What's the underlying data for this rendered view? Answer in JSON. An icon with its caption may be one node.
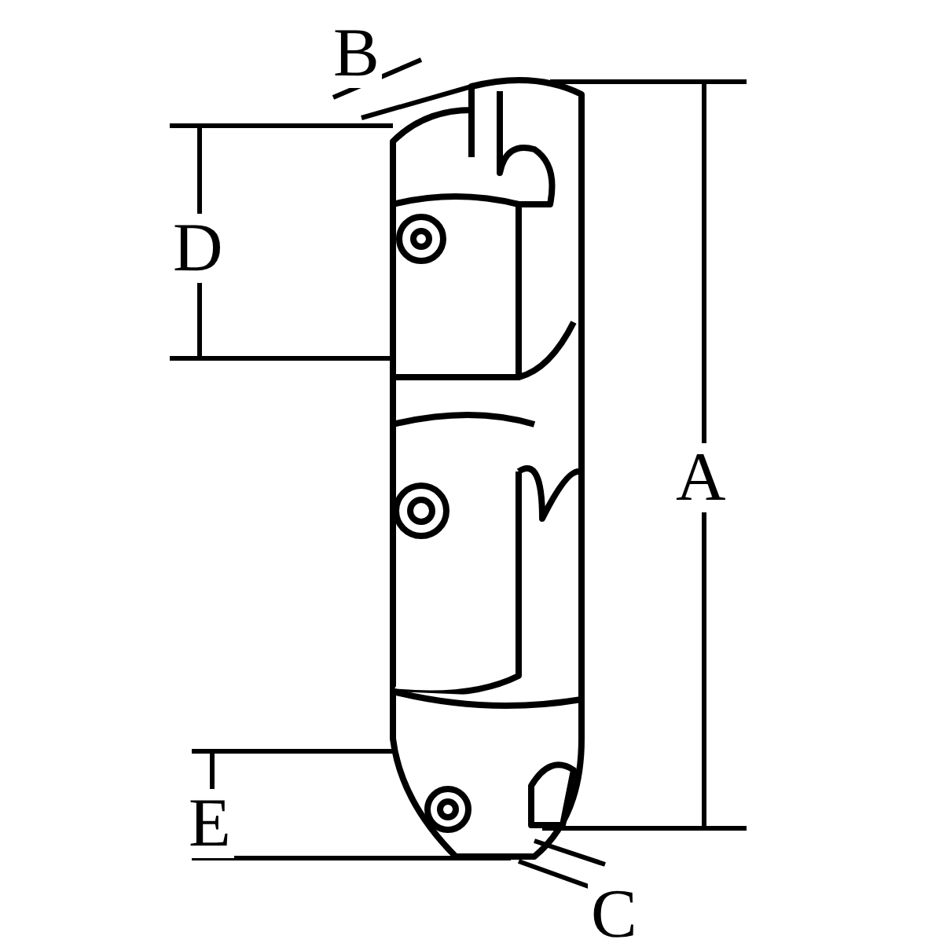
{
  "diagram": {
    "labels": [
      "B",
      "D",
      "A",
      "E",
      "C"
    ]
  }
}
